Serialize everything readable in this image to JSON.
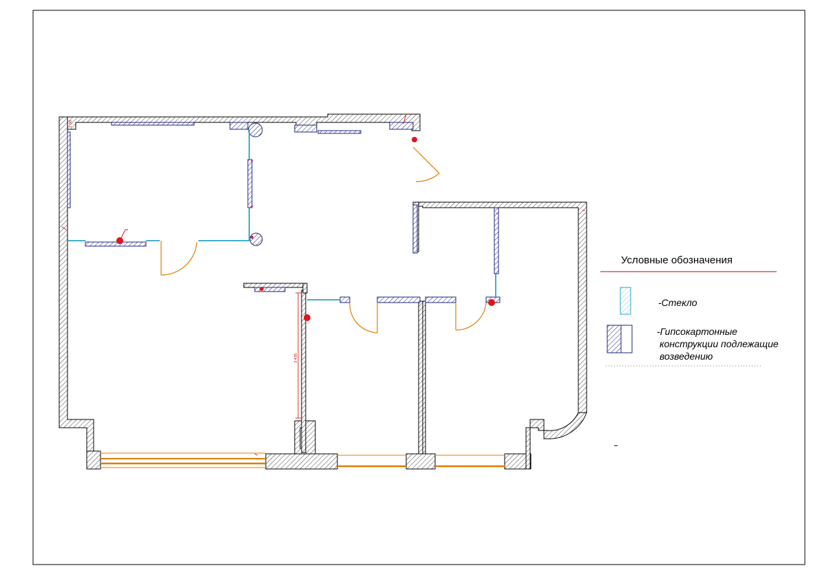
{
  "legend": {
    "title": "Условные обозначения",
    "glass_label": "-Стекло",
    "drywall_label_line1": "-Гипсокартонные",
    "drywall_label_line2": "конструкции подлежащие",
    "drywall_label_line3": "возведению",
    "stray_mark": "-"
  },
  "dimensions": {
    "vertical_dim": "3 435",
    "small_tag": "1 00"
  },
  "colors": {
    "wall_hatch": "#000000",
    "drywall": "#1a237e",
    "glass": "#29a3c7",
    "door": "#e07b00",
    "window": "#e07b00",
    "fixture": "#e0141e",
    "dimension": "#d00000",
    "legend_rule": "#c00000"
  }
}
